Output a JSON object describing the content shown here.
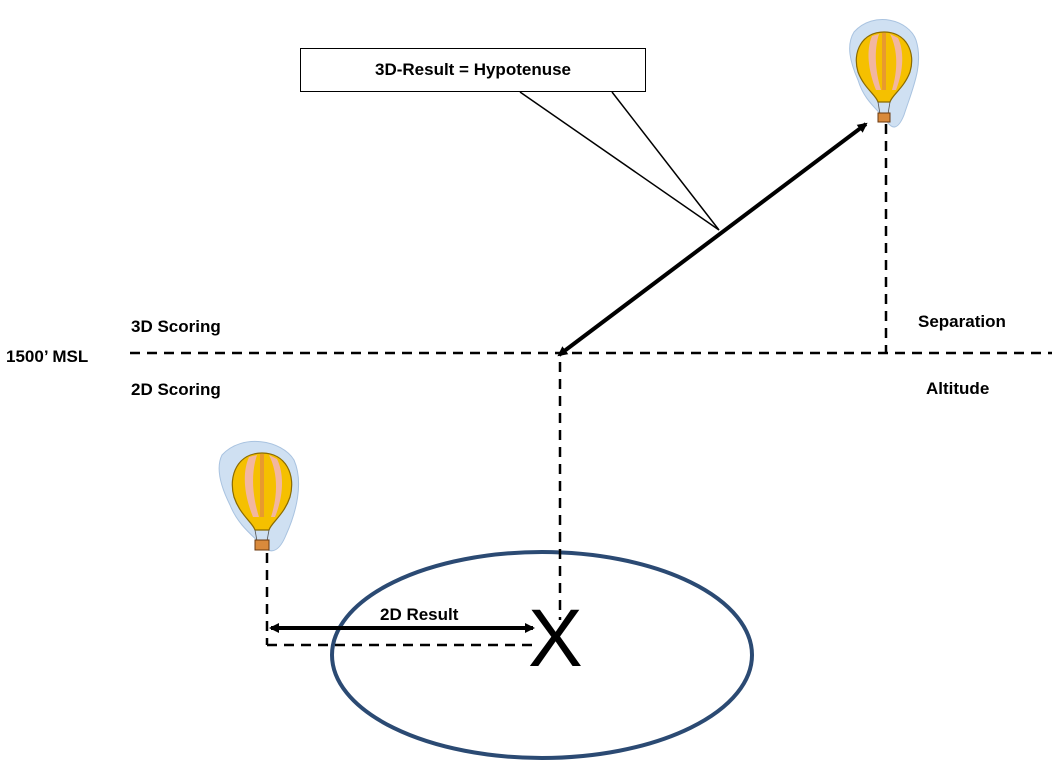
{
  "callout": {
    "text": "3D-Result = Hypotenuse"
  },
  "labels": {
    "scoring_3d": "3D Scoring",
    "scoring_2d": "2D Scoring",
    "msl": "1500’ MSL",
    "separation": "Separation",
    "altitude": "Altitude",
    "result_2d": "2D Result",
    "target": "X"
  },
  "icons": {
    "balloon_upper": "hot-air-balloon-icon",
    "balloon_lower": "hot-air-balloon-icon"
  },
  "colors": {
    "target_ellipse": "#2b4a73",
    "balloon_envelope": "#f5c000",
    "balloon_panel": "#f2b6a0",
    "balloon_halo": "#cfe0f2"
  }
}
